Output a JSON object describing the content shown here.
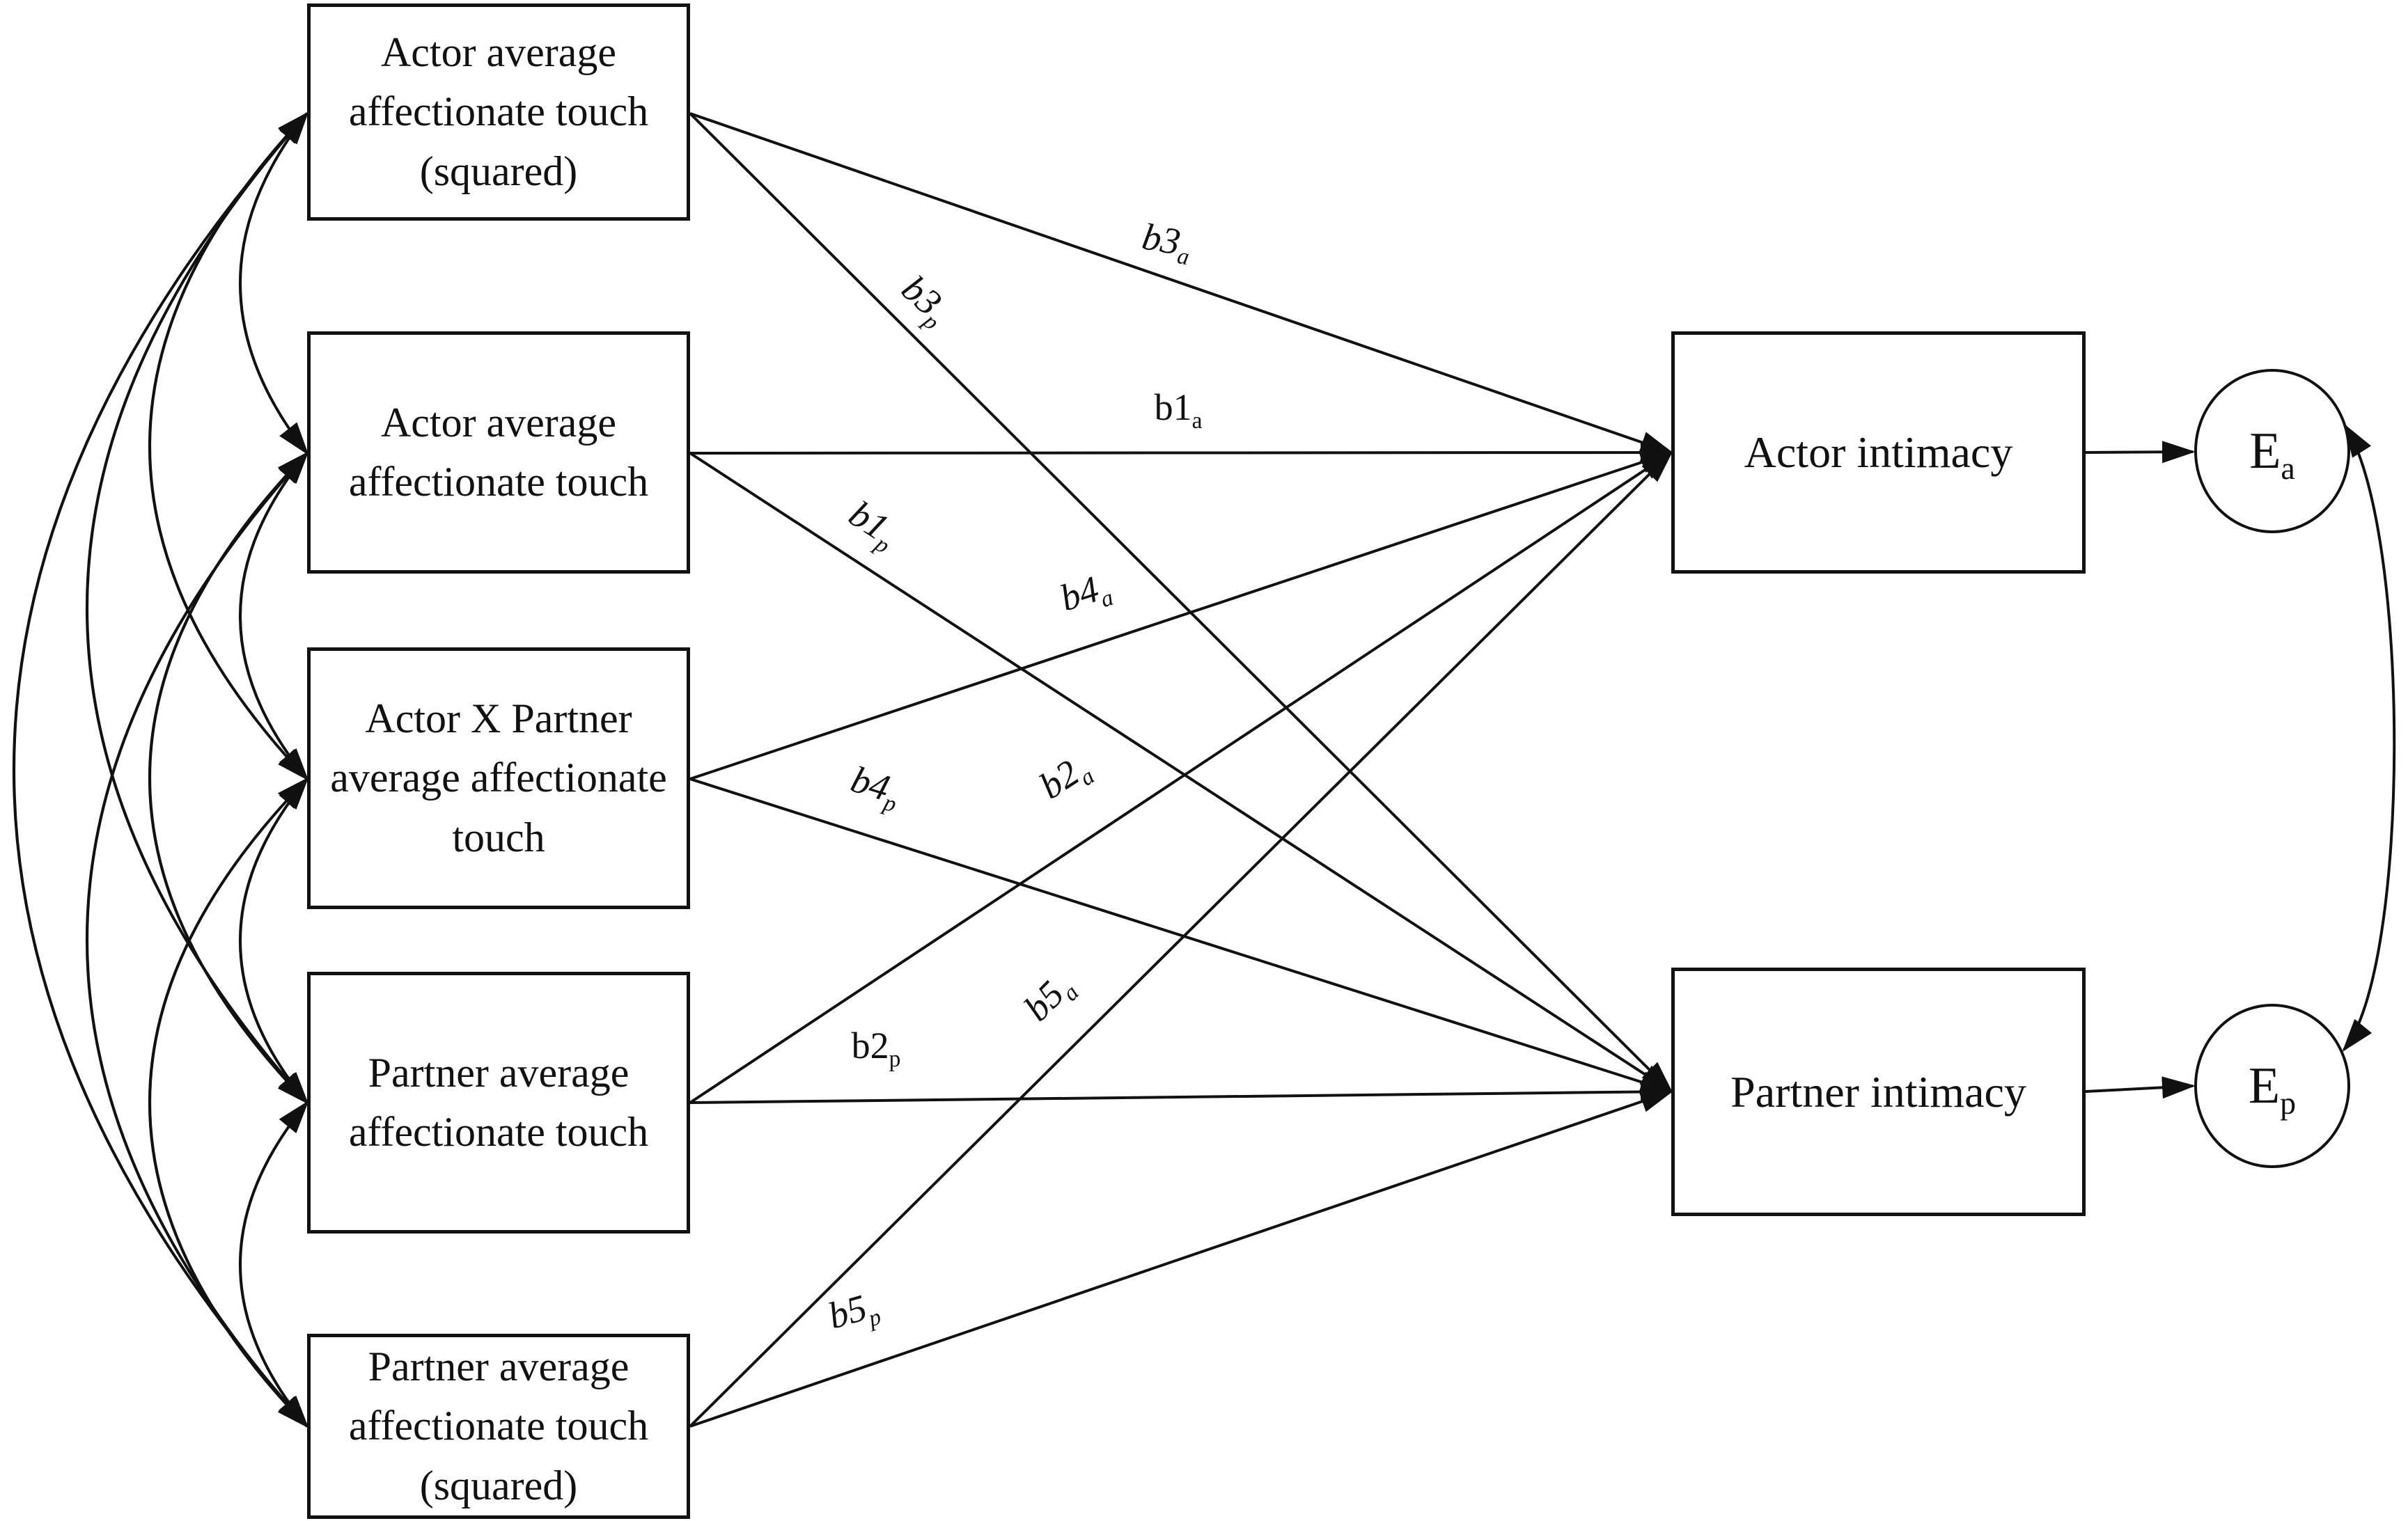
{
  "diagram": {
    "background_color": "#ffffff",
    "stroke_color": "#111111",
    "predictors": [
      {
        "label": "Actor average affectionate touch (squared)"
      },
      {
        "label": "Actor average affectionate touch"
      },
      {
        "label": "Actor X Partner average affectionate touch"
      },
      {
        "label": "Partner average affectionate touch"
      },
      {
        "label": "Partner average affectionate touch (squared)"
      }
    ],
    "outcomes": [
      {
        "label": "Actor intimacy"
      },
      {
        "label": "Partner intimacy"
      }
    ],
    "errors": [
      {
        "base": "E",
        "sub": "a"
      },
      {
        "base": "E",
        "sub": "p"
      }
    ],
    "paths": {
      "b1a": {
        "base": "b1",
        "sub": "a"
      },
      "b1p": {
        "base": "b1",
        "sub": "p"
      },
      "b2a": {
        "base": "b2",
        "sub": "a"
      },
      "b2p": {
        "base": "b2",
        "sub": "p"
      },
      "b3a": {
        "base": "b3",
        "sub": "a"
      },
      "b3p": {
        "base": "b3",
        "sub": "p"
      },
      "b4a": {
        "base": "b4",
        "sub": "a"
      },
      "b4p": {
        "base": "b4",
        "sub": "p"
      },
      "b5a": {
        "base": "b5",
        "sub": "a"
      },
      "b5p": {
        "base": "b5",
        "sub": "p"
      }
    }
  }
}
